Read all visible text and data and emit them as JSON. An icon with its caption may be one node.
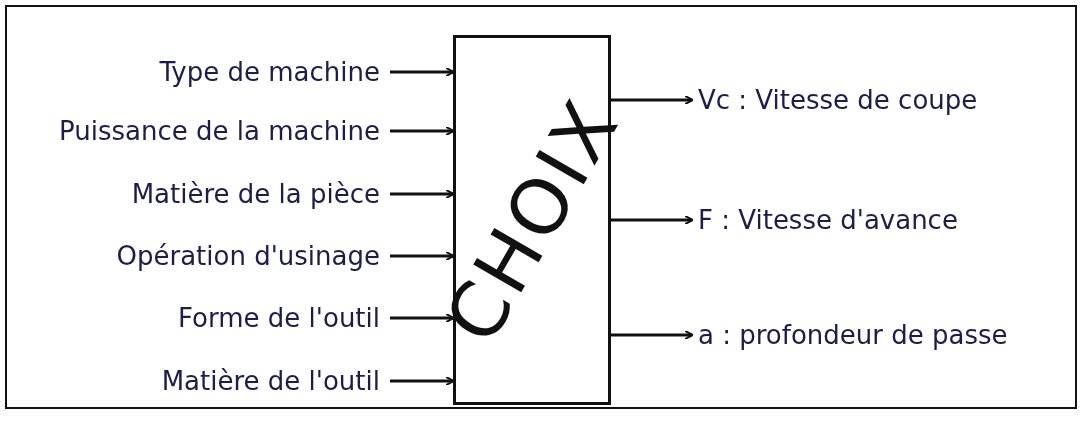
{
  "diagram": {
    "nodes": [
      {
        "text": [
          "Type de machine"
        ]
      },
      {
        "text": [
          "Puissance de la machine"
        ]
      },
      {
        "text": [
          "Matière de la pièce"
        ]
      },
      {
        "text": [
          "Opération d'usinage"
        ]
      },
      {
        "text": [
          "Forme de l'outil"
        ]
      },
      {
        "text": [
          "Matière de l'outil"
        ]
      },
      {
        "text": [
          "CHOIX"
        ]
      },
      {
        "text": [
          "Vc : Vitesse de coupe"
        ]
      },
      {
        "text": [
          "F : Vitesse d'avance"
        ]
      },
      {
        "text": [
          "a : profondeur de passe"
        ]
      }
    ],
    "edges": [
      {
        "from": 0,
        "to": 6,
        "arrow": "to"
      },
      {
        "from": 1,
        "to": 6,
        "arrow": "to"
      },
      {
        "from": 2,
        "to": 6,
        "arrow": "to"
      },
      {
        "from": 3,
        "to": 6,
        "arrow": "to"
      },
      {
        "from": 4,
        "to": 6,
        "arrow": "to"
      },
      {
        "from": 5,
        "to": 6,
        "arrow": "to"
      },
      {
        "from": 6,
        "to": 7,
        "arrow": "to"
      },
      {
        "from": 6,
        "to": 8,
        "arrow": "to"
      },
      {
        "from": 6,
        "to": 9,
        "arrow": "to"
      }
    ]
  }
}
